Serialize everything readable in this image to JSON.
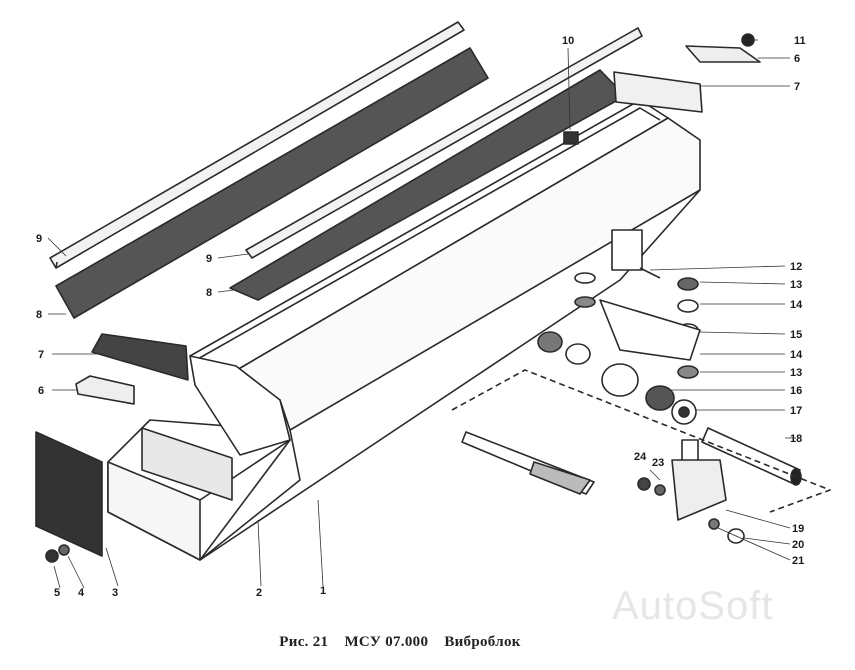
{
  "caption": {
    "fig_label": "Рис. 21",
    "code": "МСУ 07.000",
    "title": "Виброблок"
  },
  "watermark": "AutoSoft",
  "callouts": [
    "1",
    "2",
    "3",
    "4",
    "5",
    "6",
    "6",
    "7",
    "7",
    "8",
    "8",
    "9",
    "9",
    "10",
    "11",
    "12",
    "13",
    "13",
    "14",
    "14",
    "15",
    "16",
    "17",
    "18",
    "19",
    "20",
    "21",
    "23",
    "24"
  ]
}
